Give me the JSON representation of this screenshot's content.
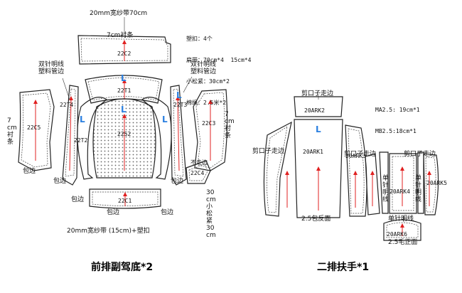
{
  "left": {
    "title": "前排副驾底*2",
    "note_top": "20mm宽纱带70cm",
    "note_top_sub": "7cm衬条",
    "specs": [
      "塑扣：4个",
      "扁带：70cm*4  15cm*4",
      "小松紧：30cm*2",
      "棉绳：2.5米*2"
    ],
    "note_left": "双针明线\n塑料管边",
    "note_right": "双针明线\n塑料管边",
    "left_strip": "7\ncm\n衬\n条",
    "right_strip": "7\ncm\n衬\n条",
    "bao_bian": "包边",
    "right_vertical": "30\ncm\n小\n松\n紧\n30\ncm",
    "bottom_note": "20mm宽纱带 (15cm)+塑扣",
    "bu_zou": "不走边",
    "pieces": {
      "c2": "22C2",
      "t1": "22T1",
      "t4": "22T4",
      "t3": "22T3",
      "c5": "22C5",
      "c3": "22C3",
      "s2": "22S2",
      "t2": "22T2",
      "c4": "22C4",
      "c1": "22C1"
    },
    "L": "L"
  },
  "right": {
    "title": "二排扶手*1",
    "specs": [
      "MA2.5: 19cm*1",
      "MB2.5:18cm*1"
    ],
    "jian_top": "剪口子走边",
    "jian_left": "剪口子走边",
    "jian_mid": "剪口子走边",
    "jian_right": "剪口子走边",
    "single_left": "单\n针\n明\n线",
    "single_right": "单\n针\n明\n线",
    "single_bottom": "单针明线",
    "bottom_fold": "2.5包反面",
    "bottom_fold2": "2.5毛正面",
    "pieces": {
      "k2": "20ARK2",
      "k1": "20ARK1",
      "k3": "20ARK3",
      "k4": "20ARK4",
      "k5": "20ARK5",
      "k6": "20ARK6"
    },
    "L": "L"
  }
}
